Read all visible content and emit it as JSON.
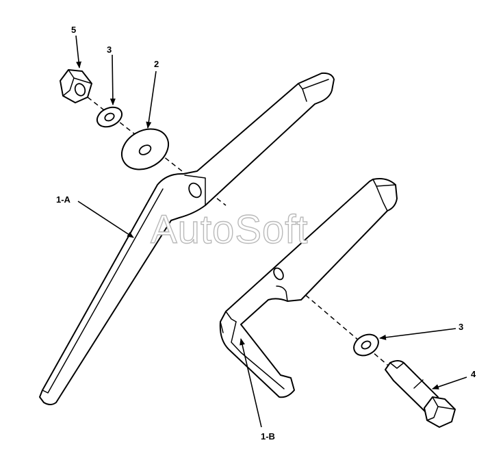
{
  "callouts": {
    "label_5": "5",
    "label_3_top": "3",
    "label_2": "2",
    "label_1a": "1-A",
    "label_3_right": "3",
    "label_4": "4",
    "label_1b": "1-B"
  },
  "watermark": "AutoSoft",
  "colors": {
    "line": "#000000",
    "background": "#ffffff",
    "watermark_outline": "#b9b9b9"
  }
}
